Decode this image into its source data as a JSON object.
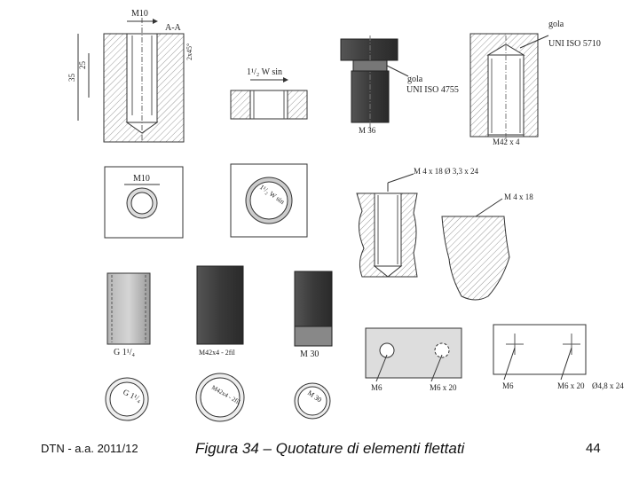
{
  "footer": {
    "left": "DTN - a.a. 2011/12",
    "caption": "Figura 34 – Quotature di elementi flettati",
    "page": "44"
  },
  "drawing": {
    "m10_top": "M10",
    "section_aa": "A-A",
    "chamfer": "2x45°",
    "dim_35": "35",
    "dim_25": "25",
    "whitworth": "1¹/₂ W sin",
    "gola_1": "gola",
    "uni_4755": "UNI ISO 4755",
    "m36": "M 36",
    "gola_2": "gola",
    "uni_5710": "UNI ISO 5710",
    "m42x4": "M42 x 4",
    "m10_mid": "M10",
    "whit_circle": "1¹/₂ W sin",
    "m4x18_a": "M 4 x 18 Ø 3,3 x 24",
    "m4x18_b": "M 4 x 18",
    "g114": "G 1¹/₄",
    "m42x4_2fil": "M42x4 - 2fil",
    "m30": "M 30",
    "m6_a": "M6",
    "m6x20_a": "M6 x 20",
    "m6_b": "M6",
    "m6x20_b": "M6 x 20",
    "d48": "Ø4,8 x 24",
    "g114_circle": "G 1¹/₄",
    "m42_circle": "M42x4 - 2fil",
    "m30_circle": "M 30"
  }
}
